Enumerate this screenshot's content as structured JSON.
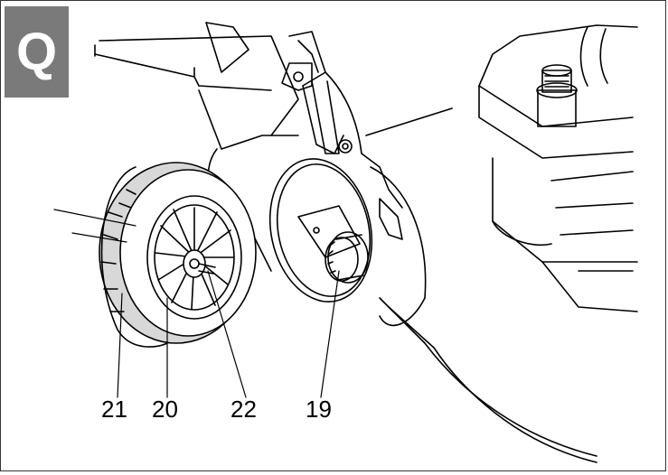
{
  "figure": {
    "badge_letter": "Q",
    "callouts": [
      {
        "id": "21",
        "label": "21"
      },
      {
        "id": "20",
        "label": "20"
      },
      {
        "id": "22",
        "label": "22"
      },
      {
        "id": "19",
        "label": "19"
      }
    ]
  },
  "colors": {
    "badge": "#7a7a7a",
    "line": "#000000",
    "tire": "#cfcfcf"
  }
}
